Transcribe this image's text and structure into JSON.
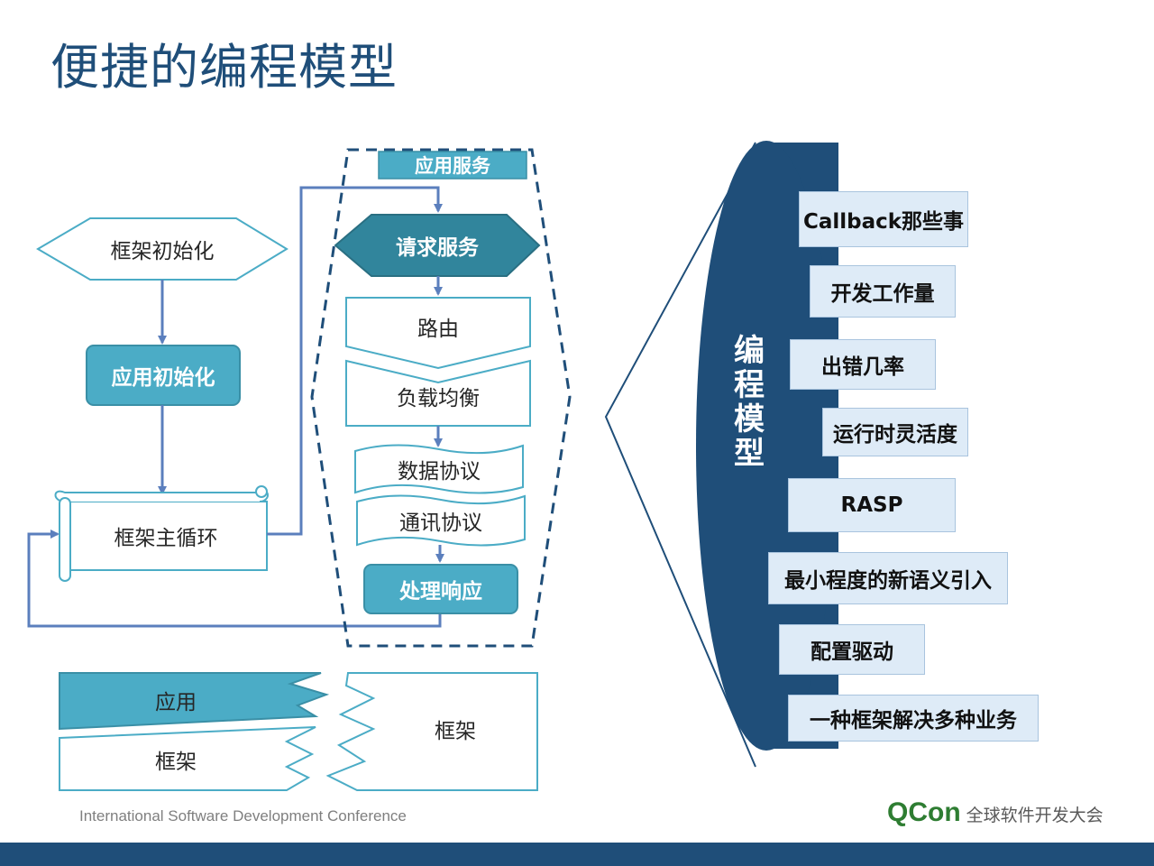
{
  "title": "便捷的编程模型",
  "flow": {
    "framework_init": "框架初始化",
    "app_init": "应用初始化",
    "framework_loop": "框架主循环"
  },
  "app_service": {
    "header": "应用服务",
    "request": "请求服务",
    "routing": "路由",
    "load_balance": "负载均衡",
    "data_protocol": "数据协议",
    "comm_protocol": "通讯协议",
    "response": "处理响应"
  },
  "layers": {
    "app": "应用",
    "framework_left": "框架",
    "framework_right": "框架"
  },
  "model": {
    "label": "编程模型",
    "items": [
      "Callback那些事",
      "开发工作量",
      "出错几率",
      "运行时灵活度",
      "RASP",
      "最小程度的新语义引入",
      "配置驱动",
      "一种框架解决多种业务"
    ]
  },
  "footer": {
    "conference": "International Software Development Conference",
    "brand": "QCon",
    "brand_sub": "全球软件开发大会"
  },
  "colors": {
    "teal": "#4bacc6",
    "navy": "#1f4e79",
    "item_bg": "#deebf7",
    "arrow": "#5b7fbd"
  }
}
